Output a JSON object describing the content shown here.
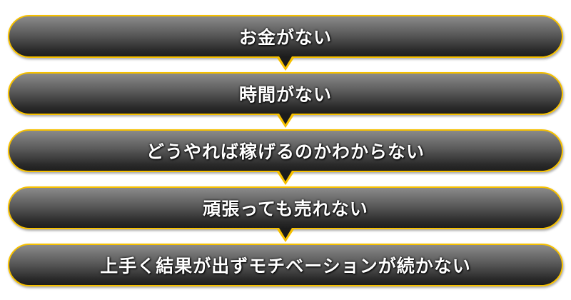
{
  "steps": [
    {
      "label": "お金がない"
    },
    {
      "label": "時間がない"
    },
    {
      "label": "どうやれば稼げるのかわからない"
    },
    {
      "label": "頑張っても売れない"
    },
    {
      "label": "上手く結果が出ずモチベーションが続かない"
    }
  ],
  "colors": {
    "border": "#f6c000",
    "text": "#ffffff"
  }
}
